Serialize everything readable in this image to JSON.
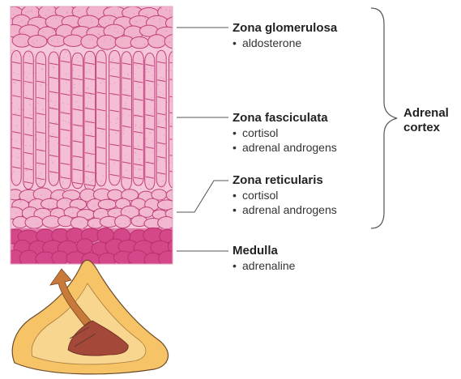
{
  "zones": [
    {
      "title": "Zona glomerulosa",
      "items": [
        "aldosterone"
      ]
    },
    {
      "title": "Zona fasciculata",
      "items": [
        "cortisol",
        "adrenal androgens"
      ]
    },
    {
      "title": "Zona reticularis",
      "items": [
        "cortisol",
        "adrenal androgens"
      ]
    },
    {
      "title": "Medulla",
      "items": [
        "adrenaline"
      ]
    }
  ],
  "cortex_label": {
    "line1": "Adrenal",
    "line2": "cortex"
  },
  "colors": {
    "cortex_fill": "#f2b6cf",
    "cell_line": "#c0407a",
    "medulla_fill": "#d4488a",
    "gland_outer": "#f6c467",
    "gland_inner": "#a4483a",
    "arrow": "#c87a3a"
  },
  "bullet_symbol": "•"
}
